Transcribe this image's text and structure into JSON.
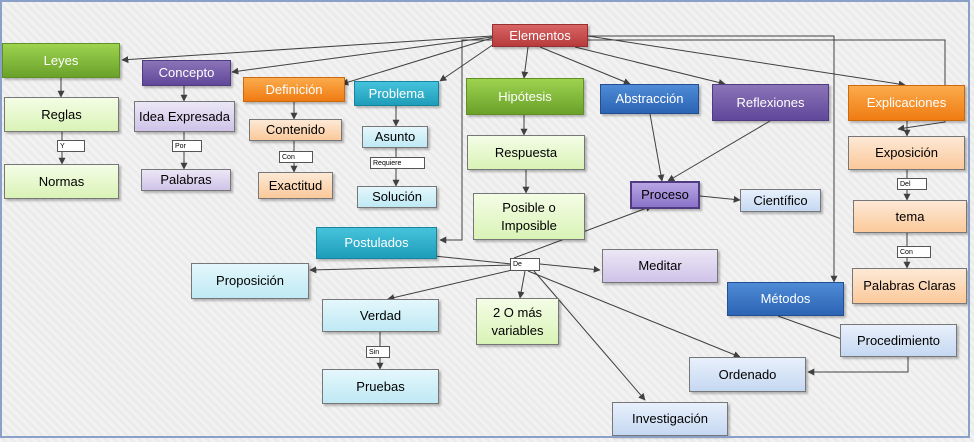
{
  "nodes": {
    "elementos": "Elementos",
    "leyes": "Leyes",
    "reglas": "Reglas",
    "normas": "Normas",
    "concepto": "Concepto",
    "idea_expresada": "Idea Expresada",
    "palabras": "Palabras",
    "definicion": "Definición",
    "contenido": "Contenido",
    "exactitud": "Exactitud",
    "problema": "Problema",
    "asunto": "Asunto",
    "solucion": "Solución",
    "hipotesis": "Hipótesis",
    "respuesta": "Respuesta",
    "posible_o_imposible": "Posible o Imposible",
    "abstraccion": "Abstracción",
    "proceso": "Proceso",
    "cientifico": "Científico",
    "reflexiones": "Reflexiones",
    "explicaciones": "Explicaciones",
    "exposicion": "Exposición",
    "tema": "tema",
    "palabras_claras": "Palabras Claras",
    "postulados": "Postulados",
    "proposicion": "Proposición",
    "verdad": "Verdad",
    "pruebas": "Pruebas",
    "variables": "2  O más variables",
    "meditar": "Meditar",
    "metodos": "Métodos",
    "procedimiento": "Procedimiento",
    "ordenado": "Ordenado",
    "investigacion": "Investigación"
  },
  "linking_words": {
    "y": "Y",
    "por": "Por",
    "con_definicion": "Con",
    "requiere": "Requiere",
    "de": "De",
    "sin": "Sin",
    "del": "Del",
    "con_tema": "Con"
  },
  "colors": {
    "root": "#c0504d",
    "green": "#77b03a",
    "purple": "#6e56a6",
    "orange": "#f38b1f",
    "teal": "#2aabc8",
    "blue": "#3874c5",
    "connector": "#404040"
  }
}
